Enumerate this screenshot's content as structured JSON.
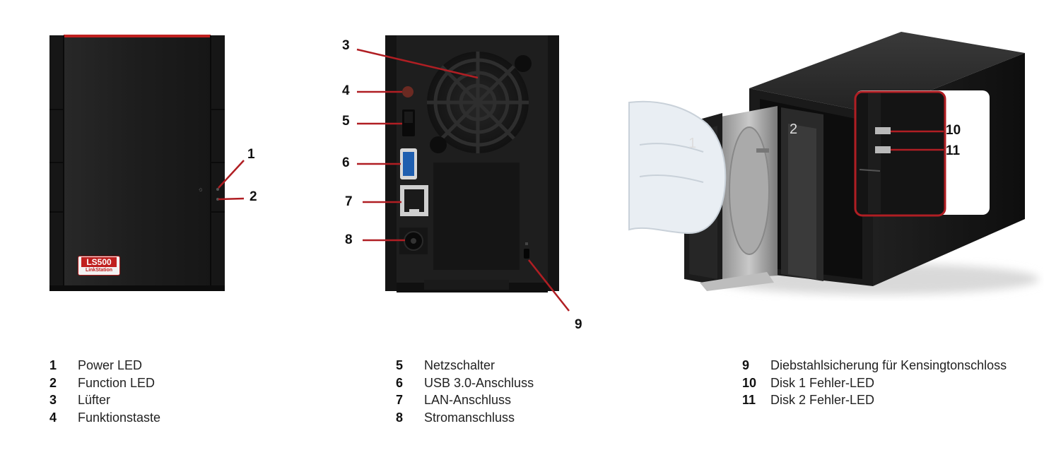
{
  "callouts": {
    "c1": "1",
    "c2": "2",
    "c3": "3",
    "c4": "4",
    "c5": "5",
    "c6": "6",
    "c7": "7",
    "c8": "8",
    "c9": "9",
    "c10": "10",
    "c11": "11"
  },
  "device": {
    "model_label": "LS500",
    "series_label": "LinkStation",
    "bay_1": "1",
    "bay_2": "2"
  },
  "legend": {
    "col1": [
      {
        "num": "1",
        "text": "Power LED"
      },
      {
        "num": "2",
        "text": "Function LED"
      },
      {
        "num": "3",
        "text": "Lüfter"
      },
      {
        "num": "4",
        "text": "Funktionstaste"
      }
    ],
    "col2": [
      {
        "num": "5",
        "text": "Netzschalter"
      },
      {
        "num": "6",
        "text": "USB 3.0-Anschluss"
      },
      {
        "num": "7",
        "text": "LAN-Anschluss"
      },
      {
        "num": "8",
        "text": "Stromanschluss"
      }
    ],
    "col3": [
      {
        "num": "9",
        "text": "Diebstahlsicherung für Kensingtonschloss"
      },
      {
        "num": "10",
        "text": "Disk 1 Fehler-LED"
      },
      {
        "num": "11",
        "text": "Disk 2 Fehler-LED"
      }
    ]
  },
  "colors": {
    "leader_line": "#b01e23",
    "device_body": "#1c1c1c",
    "accent_red": "#c0201f"
  }
}
